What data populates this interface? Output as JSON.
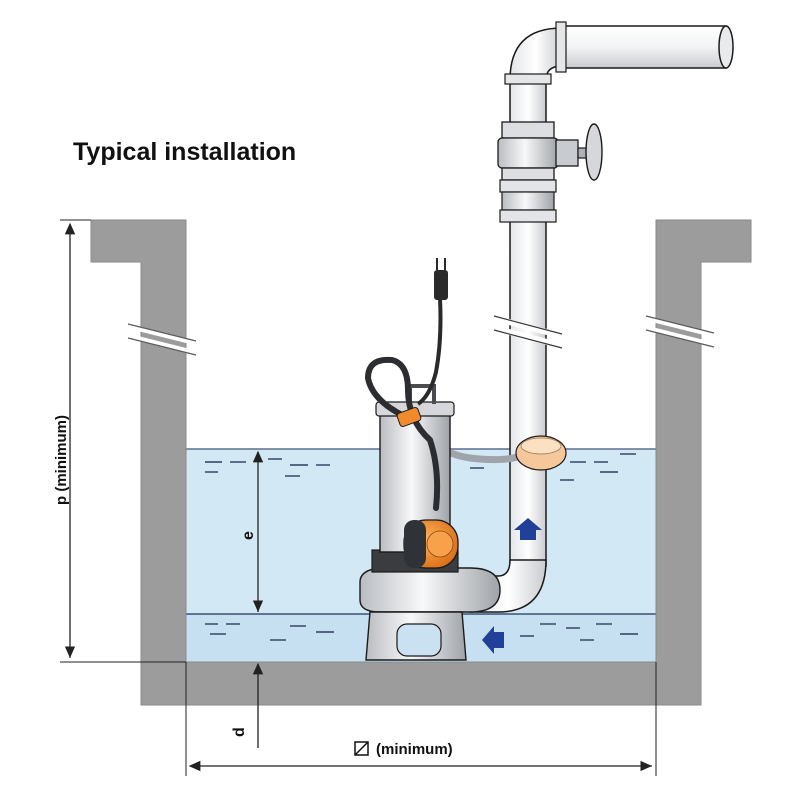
{
  "title": "Typical installation",
  "labels": {
    "height_min": "p (minimum)",
    "level_e": "e",
    "depth_d": "d",
    "diameter_symbol": "⌀",
    "diameter_min": "(minimum)"
  },
  "colors": {
    "wall": "#9a9a9b",
    "water": "#cfe6f4",
    "water_line": "#3a4a6a",
    "pipe": "#f1f2f3",
    "outline": "#1a1a1a",
    "float": "#f08a2c",
    "arrow": "#1f3e8f"
  }
}
